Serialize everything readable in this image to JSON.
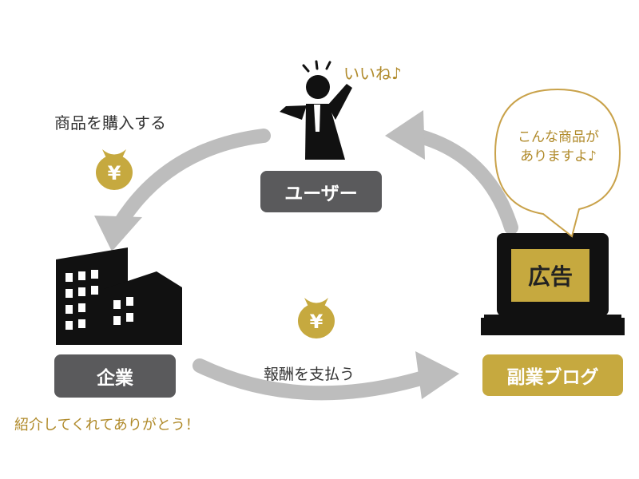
{
  "nodes": {
    "user": {
      "label": "ユーザー",
      "reaction": "いいね♪"
    },
    "company": {
      "label": "企業",
      "thanks": "紹介してくれてありがとう！"
    },
    "blog": {
      "label": "副業ブログ",
      "screen_text": "広告",
      "speech": [
        "こんな商品が",
        "ありますよ♪"
      ]
    }
  },
  "edges": {
    "user_to_company": "商品を購入する",
    "company_to_blog": "報酬を支払う"
  },
  "money_symbol": "¥",
  "colors": {
    "dark_box": "#5a5a5c",
    "gold": "#c6a93f",
    "gold_text": "#b08a2a",
    "arrow": "#bdbdbd",
    "speech_border": "#c9a24a",
    "icon": "#111111"
  }
}
